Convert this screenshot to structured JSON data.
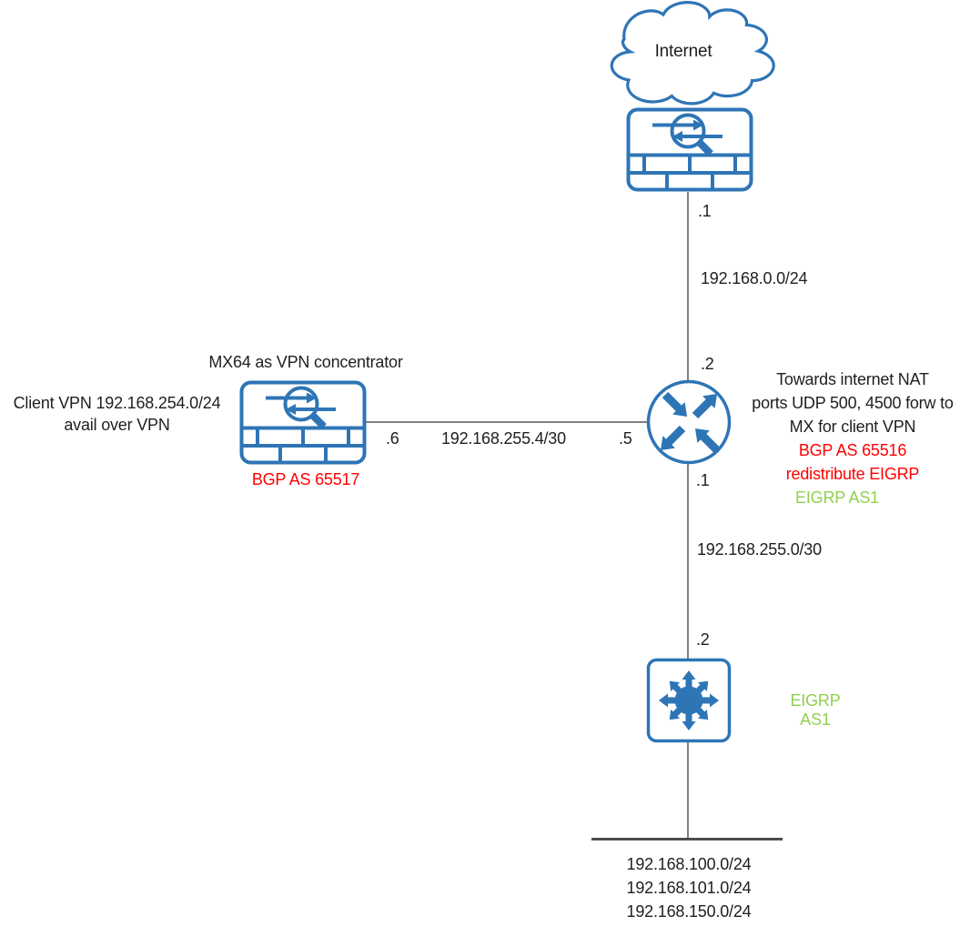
{
  "colors": {
    "device_blue": "#2E75B6",
    "link_gray": "#808080",
    "lan_bar_gray": "#4D4D4D",
    "alert_red": "#FF0000",
    "eigrp_green": "#92D050",
    "text_black": "#1F1F1F"
  },
  "cloud": {
    "label": "Internet"
  },
  "links": {
    "wan": {
      "top_ip": ".1",
      "subnet": "192.168.0.0/24",
      "bottom_ip": ".2"
    },
    "mx_transit": {
      "left_ip": ".6",
      "subnet": "192.168.255.4/30",
      "right_ip": ".5"
    },
    "core_transit": {
      "top_ip": ".1",
      "subnet": "192.168.255.0/30",
      "bottom_ip": ".2"
    }
  },
  "router": {
    "nat_lines": [
      "Towards internet NAT",
      "ports UDP 500, 4500 forw to",
      "MX for client VPN"
    ],
    "bgp_lines": [
      "BGP AS 65516",
      "redistribute EIGRP"
    ],
    "eigrp": "EIGRP AS1"
  },
  "mx": {
    "title": "MX64 as VPN concentrator",
    "client_vpn_lines": [
      "Client VPN 192.168.254.0/24",
      "avail over VPN"
    ],
    "bgp": "BGP AS 65517"
  },
  "switch": {
    "eigrp": "EIGRP AS1"
  },
  "lan": {
    "networks": [
      "192.168.100.0/24",
      "192.168.101.0/24",
      "192.168.150.0/24"
    ]
  }
}
